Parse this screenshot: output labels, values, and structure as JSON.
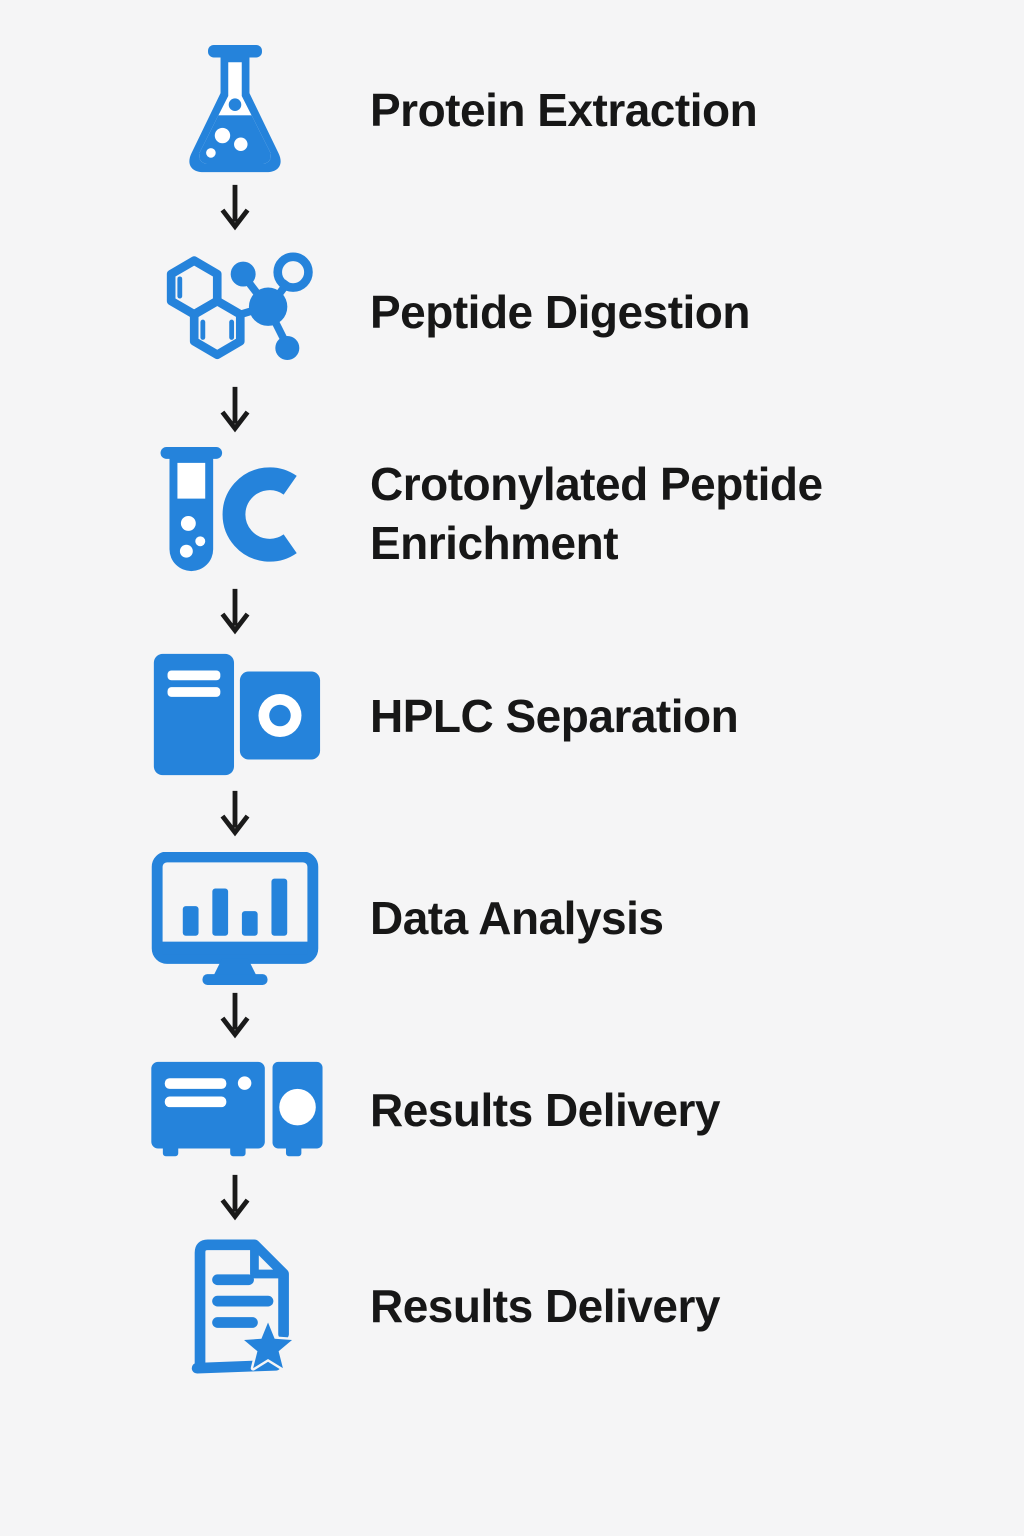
{
  "page": {
    "background_color": "#f5f5f6",
    "accent_color": "#2583db",
    "text_color": "#171717",
    "arrow_color": "#1a1a1a"
  },
  "steps": [
    {
      "label": "Protein Extraction",
      "icon": "flask-icon"
    },
    {
      "label": "Peptide Digestion",
      "icon": "molecule-icon"
    },
    {
      "label": "Crotonylated Peptide Enrichment",
      "icon": "test-tube-c-icon"
    },
    {
      "label": "HPLC Separation",
      "icon": "hplc-instrument-icon"
    },
    {
      "label": "Data Analysis",
      "icon": "monitor-bar-chart-icon"
    },
    {
      "label": "Results Delivery",
      "icon": "instrument-detector-icon"
    },
    {
      "label": "Results Delivery",
      "icon": "document-star-icon"
    }
  ],
  "connector": {
    "type": "down-arrow",
    "count": 6
  }
}
